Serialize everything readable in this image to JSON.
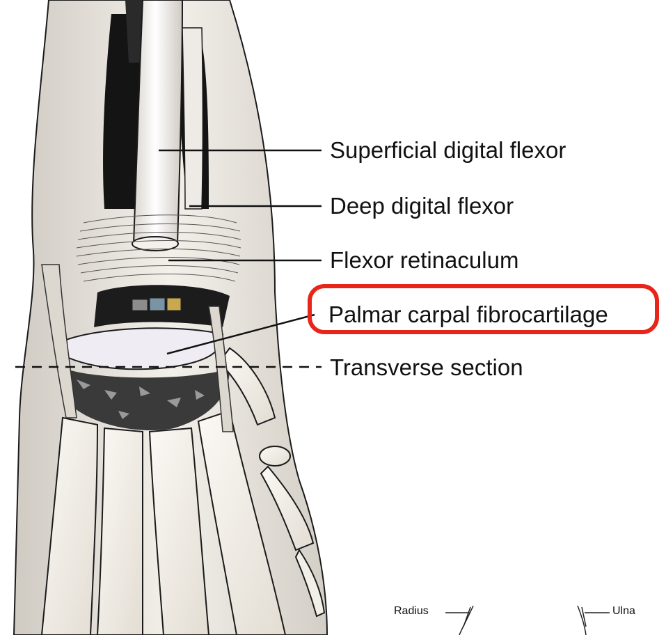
{
  "labels": {
    "superficial_digital_flexor": "Superficial digital flexor",
    "deep_digital_flexor": "Deep digital flexor",
    "flexor_retinaculum": "Flexor retinaculum",
    "palmar_carpal_fibrocartilage": "Palmar carpal fibrocartilage",
    "transverse_section": "Transverse section"
  },
  "inset_labels": {
    "radius": "Radius",
    "ulna": "Ulna"
  },
  "colors": {
    "highlight": "#e8251b",
    "ink": "#111111",
    "tissue": "#e9e4dc",
    "tendon": "#f6f3ee",
    "dark_cavity": "#141414"
  }
}
